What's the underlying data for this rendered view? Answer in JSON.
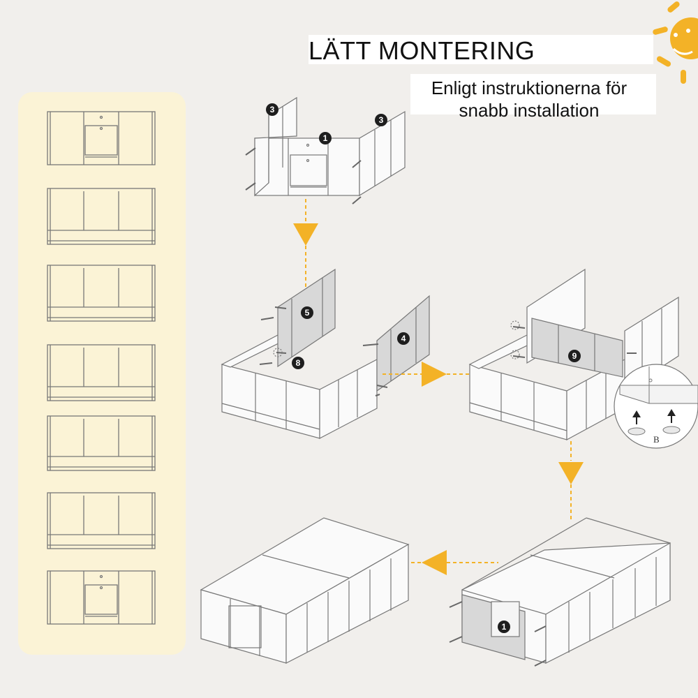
{
  "header": {
    "title": "LÄTT MONTERING",
    "subtitle_line1": "Enligt instruktionerna för",
    "subtitle_line2": "snabb installation"
  },
  "colors": {
    "accent": "#f3b227",
    "background": "#f1efec",
    "panel": "#fbf3d6",
    "line": "#6f6f6f",
    "gray_panel": "#d8d8d8",
    "badge": "#1e1e1e"
  },
  "side_panel": {
    "panel_count": 7
  },
  "steps": {
    "step1_labels": [
      "3",
      "1",
      "3"
    ],
    "step2_labels": [
      "5",
      "8",
      "4"
    ],
    "step3_labels": [
      "9"
    ],
    "step3_detail_label": "B",
    "step4_labels": [
      "1"
    ]
  },
  "icons": [
    "sun-icon",
    "arrow-down-icon",
    "arrow-right-icon",
    "arrow-left-icon",
    "screw-icon",
    "foot-pad-icon"
  ]
}
